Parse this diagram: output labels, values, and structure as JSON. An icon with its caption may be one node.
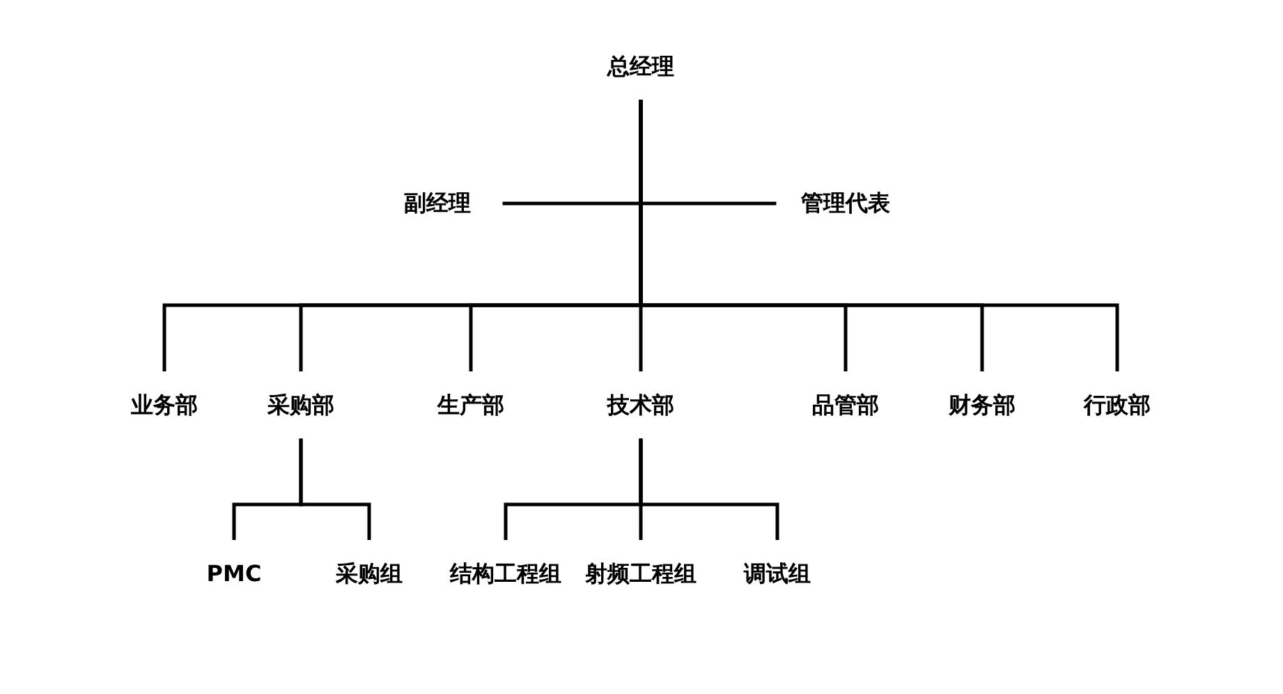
{
  "diagram": {
    "nodes": [
      {
        "text": [
          "总经理"
        ]
      },
      {
        "text": [
          "副经理"
        ]
      },
      {
        "text": [
          "管理代表"
        ]
      },
      {
        "text": [
          "业务部"
        ]
      },
      {
        "text": [
          "采购部"
        ]
      },
      {
        "text": [
          "生产部"
        ]
      },
      {
        "text": [
          "技术部"
        ]
      },
      {
        "text": [
          "品管部"
        ]
      },
      {
        "text": [
          "财务部"
        ]
      },
      {
        "text": [
          "行政部"
        ]
      },
      {
        "text": [
          "PMC"
        ]
      },
      {
        "text": [
          "采购组"
        ]
      },
      {
        "text": [
          "结构工程组"
        ]
      },
      {
        "text": [
          "射频工程组"
        ]
      },
      {
        "text": [
          "调试组"
        ]
      }
    ],
    "edges": [
      {
        "from": 0,
        "to": 1,
        "arrow": "none"
      },
      {
        "from": 0,
        "to": 2,
        "arrow": "none"
      },
      {
        "from": 0,
        "to": 3,
        "arrow": "none"
      },
      {
        "from": 0,
        "to": 4,
        "arrow": "none"
      },
      {
        "from": 0,
        "to": 5,
        "arrow": "none"
      },
      {
        "from": 0,
        "to": 6,
        "arrow": "none"
      },
      {
        "from": 0,
        "to": 7,
        "arrow": "none"
      },
      {
        "from": 0,
        "to": 8,
        "arrow": "none"
      },
      {
        "from": 0,
        "to": 9,
        "arrow": "none"
      },
      {
        "from": 4,
        "to": 10,
        "arrow": "none"
      },
      {
        "from": 4,
        "to": 11,
        "arrow": "none"
      },
      {
        "from": 6,
        "to": 12,
        "arrow": "none"
      },
      {
        "from": 6,
        "to": 13,
        "arrow": "none"
      },
      {
        "from": 6,
        "to": 14,
        "arrow": "none"
      }
    ]
  }
}
